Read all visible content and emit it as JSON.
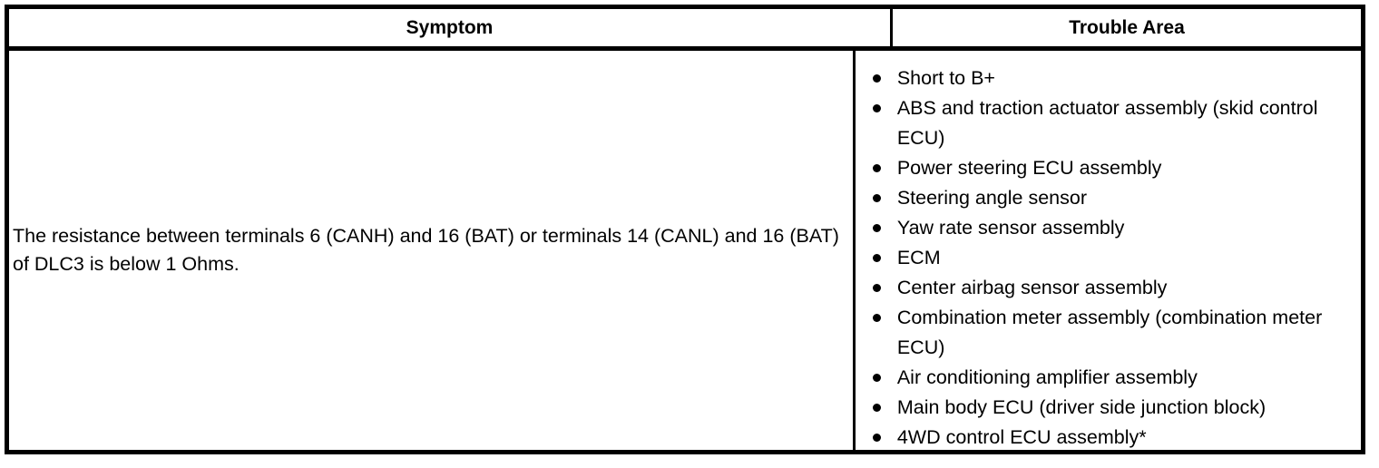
{
  "table": {
    "headers": {
      "symptom": "Symptom",
      "trouble_area": "Trouble Area"
    },
    "rows": [
      {
        "symptom": "The resistance between terminals 6 (CANH) and 16 (BAT) or terminals 14 (CANL) and 16 (BAT) of DLC3 is below 1 Ohms.",
        "trouble_area": [
          "Short to B+",
          "ABS and traction actuator assembly (skid control ECU)",
          "Power steering ECU assembly",
          "Steering angle sensor",
          "Yaw rate sensor assembly",
          "ECM",
          "Center airbag sensor assembly",
          "Combination meter assembly (combination meter ECU)",
          "Air conditioning amplifier assembly",
          "Main body ECU (driver side junction block)",
          "4WD control ECU assembly*"
        ]
      }
    ]
  },
  "style": {
    "text_color": "#000000",
    "background_color": "#ffffff",
    "border_color": "#000000"
  },
  "icons": {
    "bullet": "bullet-dot-icon"
  }
}
